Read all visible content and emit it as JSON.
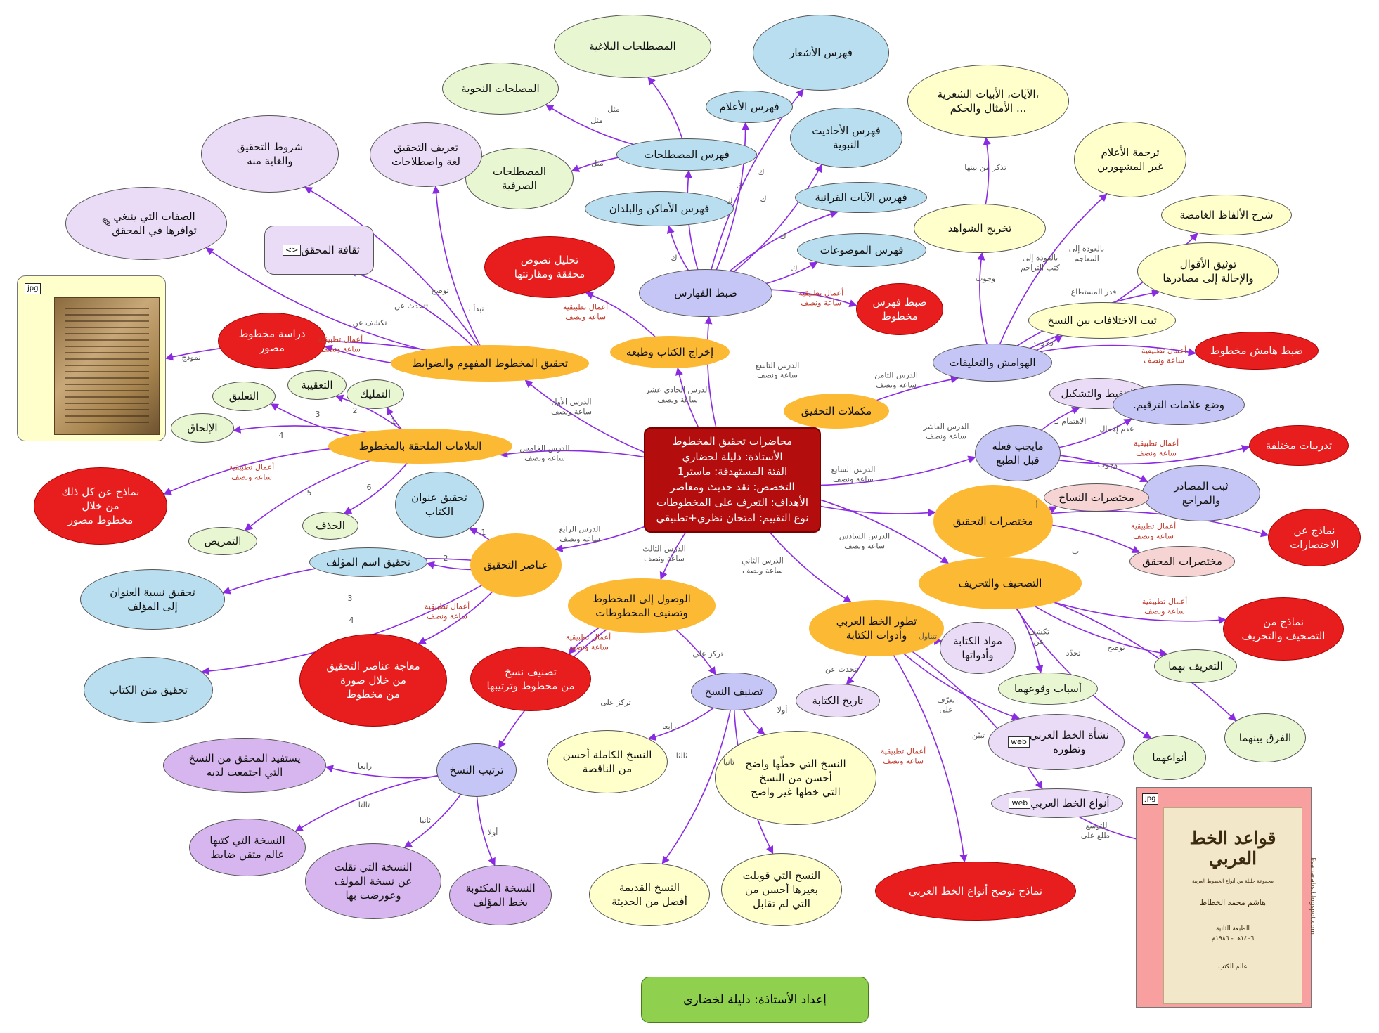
{
  "colors": {
    "center": "#b30d0d",
    "category": "#fbb934",
    "red": "#e81e1e",
    "blue": "#b8def0",
    "green": "#e8f6d2",
    "yellow": "#ffffcc",
    "lavender": "#eadcf6",
    "purple": "#d7b5ee",
    "periwinkle": "#c6c6f6",
    "pink": "#f6d4d4",
    "link": "#8a2be2",
    "footer": "#8fd14f"
  },
  "center": {
    "lines": "محاضرات تحقيق المخطوط\nالأستاذة: دليلة لخضاري\nالفئة المستهدفة: ماستر1\nالتخصص: نقد حديث ومعاصر\nالأهداف: التعرف على المخطوطات\nنوع التقييم: امتحان نظري+تطبيقي"
  },
  "footer": {
    "text": "إعداد الأستاذة: دليلة لخضاري"
  },
  "images": {
    "manuscript_tag": "jpg",
    "book_tag": "jpg",
    "book_title": "قواعد الخط العربي",
    "book_subtitle": "مجموعة جليلة من أنواع الخطوط العربية",
    "book_author": "هاشم محمد الخطاط",
    "book_site": "lisanarabs.blogspot.com",
    "book_edition": "الطبعة الثانية",
    "book_year": "١٤٠٦هـ - ١٩٨٦م",
    "book_publisher": "عالم الكتب"
  },
  "nodes": [
    {
      "id": "n_intro",
      "text": "تحقيق المخطوط المفهوم والضوابط"
    },
    {
      "id": "n_marks",
      "text": "العلامات الملحقة بالمخطوط"
    },
    {
      "id": "n_elements",
      "text": "عناصر التحقيق"
    },
    {
      "id": "n_access",
      "text": "الوصول إلى المخطوط\nوتصنيف المخطوطات"
    },
    {
      "id": "n_publish",
      "text": "إخراج الكتاب وطبعه"
    },
    {
      "id": "n_complete",
      "text": "مكملات التحقيق"
    },
    {
      "id": "n_margins",
      "text": "الهوامش والتعليقات"
    },
    {
      "id": "n_abbr",
      "text": "مختصرات التحقيق"
    },
    {
      "id": "n_correct",
      "text": "التصحيف والتحريف"
    },
    {
      "id": "n_script",
      "text": "تطور الخط العربي\nوأدوات الكتابة"
    },
    {
      "id": "n_indexes",
      "text": "ضبط الفهارس"
    },
    {
      "id": "n_before",
      "text": "مايجب فعله\nقبل الطبع"
    },
    {
      "id": "n_classify",
      "text": "تصنيف النسخ"
    },
    {
      "id": "n_order",
      "text": "ترتيب النسخ"
    },
    {
      "id": "r_index",
      "text": "ضبط فهرس\nمخطوط"
    },
    {
      "id": "r_texts",
      "text": "تحليل نصوص\nمحققة ومقارنتها"
    },
    {
      "id": "r_study",
      "text": "دراسة مخطوط\nمصور"
    },
    {
      "id": "r_marks",
      "text": "نماذج عن كل ذلك\nمن خلال\nمخطوط مصور"
    },
    {
      "id": "r_elements",
      "text": "معاجة عناصر التحقيق\nمن خلال صورة\nمن مخطوط"
    },
    {
      "id": "r_classify",
      "text": "تصنيف نسخ\nمن مخطوط وترتيبها"
    },
    {
      "id": "r_margin",
      "text": "ضبط هامش مخطوط"
    },
    {
      "id": "r_drills",
      "text": "تدريبات مختلفة"
    },
    {
      "id": "r_abbr",
      "text": "نماذج عن\nالاختصارات"
    },
    {
      "id": "r_correct",
      "text": "نماذج من\nالتصحيف والتحريف"
    },
    {
      "id": "r_script",
      "text": "نماذج توضح أنواع الخط العربي"
    },
    {
      "id": "t_rhet",
      "text": "المصطلحات البلاغية"
    },
    {
      "id": "t_gram",
      "text": "المصلحات النحوية"
    },
    {
      "id": "t_morph",
      "text": "المصطلحات\nالصرفية"
    },
    {
      "id": "t_terms",
      "text": "فهرس المصطلحات"
    },
    {
      "id": "t_names",
      "text": "فهرس الأعلام"
    },
    {
      "id": "t_poems",
      "text": "فهرس الأشعار"
    },
    {
      "id": "t_hadith",
      "text": "فهرس الأحاديث\nالنبوية"
    },
    {
      "id": "t_quran",
      "text": "فهرس الآيات القرانية"
    },
    {
      "id": "t_topics",
      "text": "فهرس الموضوعات"
    },
    {
      "id": "t_places",
      "text": "فهرس الأماكن والبلدان"
    },
    {
      "id": "t_title",
      "text": "تحقيق عنوان\nالكتاب"
    },
    {
      "id": "t_author",
      "text": "تحقيق اسم المؤلف"
    },
    {
      "id": "t_attrib",
      "text": "تحقيق نسبة العنوان\nإلى المؤلف"
    },
    {
      "id": "t_body",
      "text": "تحقيق متن الكتاب"
    },
    {
      "id": "l_cond",
      "text": "شروط التحقيق\nوالغاية منه"
    },
    {
      "id": "l_traits",
      "text": "الصفات التي ينبغي\nتوافرها في المحقق"
    },
    {
      "id": "l_culture",
      "text": "ثقافة المحقق"
    },
    {
      "id": "l_def",
      "text": "تعريف التحقيق\nلغة واصطلاحات"
    },
    {
      "id": "l_punct",
      "text": "التنقيط والتشكيل"
    },
    {
      "id": "l_matter",
      "text": "مواد الكتابة\nوأدواتها"
    },
    {
      "id": "l_history",
      "text": "تاريخ الكتابة"
    },
    {
      "id": "l_origin",
      "text": "نشأة الخط العربي\nوتطوره"
    },
    {
      "id": "l_types",
      "text": "أنواع الخط العربي"
    },
    {
      "id": "g_taliq",
      "text": "التعليق"
    },
    {
      "id": "g_taqib",
      "text": "التعقيبة"
    },
    {
      "id": "g_tamlik",
      "text": "التمليك"
    },
    {
      "id": "g_ilhaq",
      "text": "الإلحاق"
    },
    {
      "id": "g_hadhf",
      "text": "الحذف"
    },
    {
      "id": "g_tamrid",
      "text": "التمريض"
    },
    {
      "id": "g_def",
      "text": "التعريف بهما"
    },
    {
      "id": "g_causes",
      "text": "أسباب وقوعهما"
    },
    {
      "id": "g_kinds",
      "text": "أنواعهما"
    },
    {
      "id": "g_diff",
      "text": "الفرق بينهما"
    },
    {
      "id": "y_verses",
      "text": "،الآيات، الأبيات الشعرية\n... الأمثال والحكم"
    },
    {
      "id": "y_bio",
      "text": "ترجمة الأعلام\nغير المشهورين"
    },
    {
      "id": "y_obscure",
      "text": "شرح الألفاظ الغامضة"
    },
    {
      "id": "y_shawahid",
      "text": "تخريج الشواهد"
    },
    {
      "id": "y_doc",
      "text": "توثيق الأقوال\nوالإحالة إلى مصادرها"
    },
    {
      "id": "y_diff",
      "text": "ثبت الاختلافات بين النسخ"
    },
    {
      "id": "y_complete",
      "text": "النسخ الكاملة أحسن\nمن الناقصة"
    },
    {
      "id": "y_clear",
      "text": "النسخ التي خطّها واضح\nأحسن من النسخ\nالتي خطها غير واضح"
    },
    {
      "id": "y_old",
      "text": "النسخ القديمة\nأفضل من الحديثة"
    },
    {
      "id": "y_compared",
      "text": "النسخ التي قوبلت\nبغيرها أحسن من\nالتي لم تقابل"
    },
    {
      "id": "p_benefit",
      "text": "يستفيد المحقق من النسخ\nالتي اجتمعت لديه"
    },
    {
      "id": "p_scholar",
      "text": "النسخة التي كتبها\nعالم متقن ضابط"
    },
    {
      "id": "p_copied",
      "text": "النسخة التي نقلت\nعن نسخة المولف\nوعورضت بها"
    },
    {
      "id": "p_written",
      "text": "النسخة المكتوبة\nبخط المؤلف"
    },
    {
      "id": "v_mark",
      "text": "وضع علامات الترقيم."
    },
    {
      "id": "v_sources",
      "text": "ثبت المصادر\nوالمراجع"
    },
    {
      "id": "k_copyists",
      "text": "مختصرات النساخ"
    },
    {
      "id": "k_editor",
      "text": "مختصرات المحقق"
    }
  ],
  "labels": {
    "lesson1": "الدرس الأول\nساعة ونصف",
    "lesson2": "الدرس الثاني\nساعة ونصف",
    "lesson3": "الدرس الثالث\nساعة ونصف",
    "lesson4": "الدرس الرابع\nساعة ونصف",
    "lesson5": "الدرس الخامس\nساعة ونصف",
    "lesson6": "الدرس السادس\nساعة ونصف",
    "lesson7": "الدرس السابع\nساعة ونصف",
    "lesson8": "الدرس الثامن\nساعة ونصف",
    "lesson9": "الدرس التاسع\nساعة ونصف",
    "lesson10": "الدرس العاشر\nساعة ونصف",
    "lesson11": "الدرس الحادي عشر\nساعة ونصف",
    "practical": "أعمال تطبيقية\nساعة ونصف",
    "mithl": "مثل",
    "ka": "ك",
    "model": "نموذج",
    "reveal": "تكشف عن",
    "speaks": "تتحدث عن",
    "clarify": "توضح",
    "begin": "تبدأ بـ",
    "focus": "تركز على",
    "focus2": "تركز على",
    "first": "أولا",
    "second": "ثانيا",
    "third": "ثالثا",
    "fourth": "رابعا",
    "must": "وجوب",
    "byref": "بالعودة إلى\nكتب التراجم",
    "bydict": "بالعودة إلى\nالمعاجم",
    "possible": "قدر المستطاع",
    "mention": "تذكر من بينها",
    "care": "الاهتمام بـ",
    "noneglect": "عدم إهمال",
    "discusses": "تتناول",
    "define": "تعرّف\nعلى",
    "explain": "تبيّن",
    "expand": "للتوسع\nاطلع على",
    "reveals2": "تكشف\nعن",
    "defines2": "تحدّد",
    "clarifies2": "توضح",
    "num1": "1",
    "num2": "2",
    "num3": "3",
    "num4": "4",
    "num5": "5",
    "num6": "6",
    "alif": "أ",
    "ba": "ب",
    "web1": "web",
    "web2": "web",
    "code": "<>"
  }
}
